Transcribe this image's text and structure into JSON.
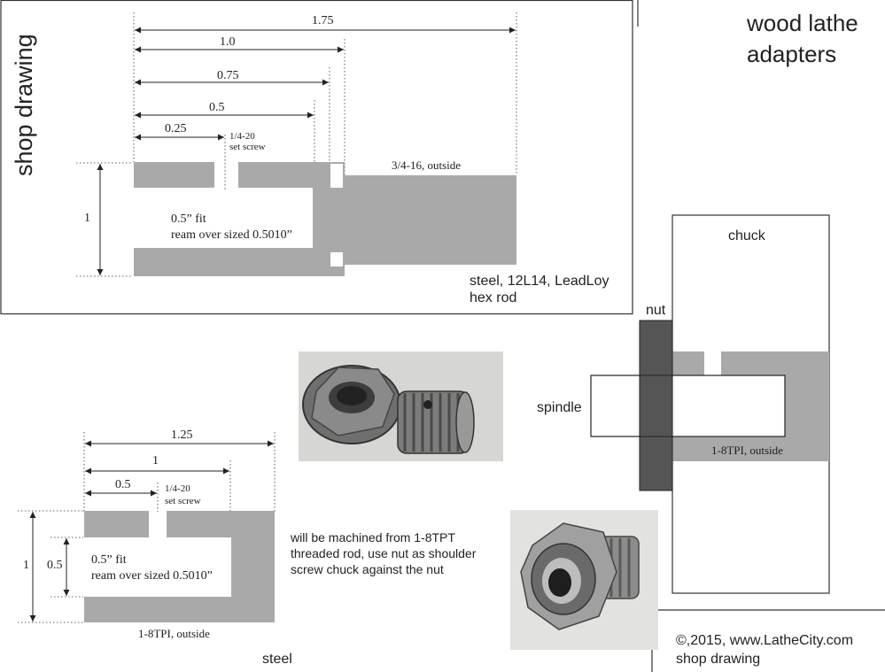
{
  "titles": {
    "vertical": "shop drawing",
    "main_line1": "wood lathe",
    "main_line2": "adapters"
  },
  "adapter1": {
    "dims": [
      "1.75",
      "1.0",
      "0.75",
      "0.5",
      "0.25"
    ],
    "height_dim": "1",
    "set_screw_line1": "1/4-20",
    "set_screw_line2": "set screw",
    "thread_label": "3/4-16, outside",
    "fit_line1": "0.5” fit",
    "fit_line2": "ream over sized 0.5010”",
    "material_line1": "steel, 12L14, LeadLoy",
    "material_line2": "hex rod"
  },
  "adapter2": {
    "dims": [
      "1.25",
      "1",
      "0.5"
    ],
    "height_dim": "1",
    "bore_dim": "0.5",
    "set_screw_line1": "1/4-20",
    "set_screw_line2": "set screw",
    "fit_line1": "0.5” fit",
    "fit_line2": "ream over sized 0.5010”",
    "thread_label": "1-8TPI, outside",
    "material": "steel"
  },
  "note": {
    "line1": "will be machined from 1-8TPT",
    "line2": "threaded rod, use nut as shoulder",
    "line3": "screw chuck against the nut"
  },
  "assembly": {
    "chuck": "chuck",
    "nut": "nut",
    "spindle": "spindle",
    "thread_label": "1-8TPI, outside"
  },
  "footer": {
    "copyright": "©,2015, www.LatheCity.com",
    "subtitle": "shop drawing"
  },
  "colors": {
    "part_fill": "#a9a9a9",
    "nut_fill": "#555555",
    "line": "#333333"
  }
}
